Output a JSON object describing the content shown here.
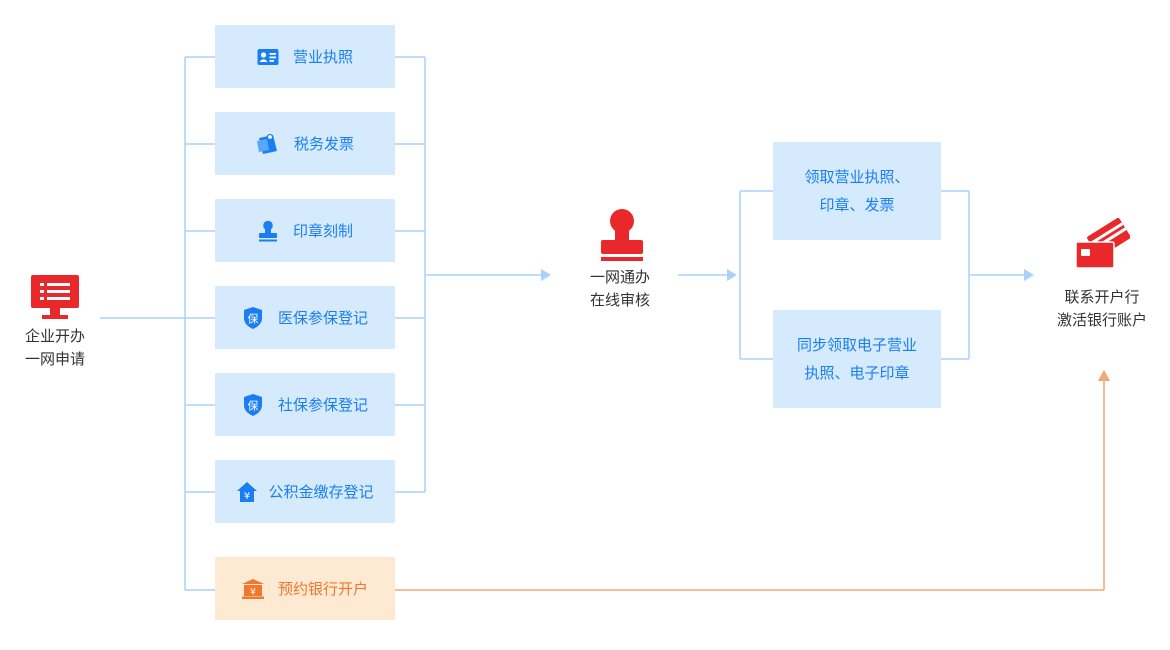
{
  "start": {
    "line1": "企业开办",
    "line2": "一网申请"
  },
  "services": [
    {
      "label": "营业执照",
      "icon": "id-card-icon"
    },
    {
      "label": "税务发票",
      "icon": "invoice-icon"
    },
    {
      "label": "印章刻制",
      "icon": "stamp-icon"
    },
    {
      "label": "医保参保登记",
      "icon": "shield-icon",
      "glyph": "保"
    },
    {
      "label": "社保参保登记",
      "icon": "shield-icon",
      "glyph": "保"
    },
    {
      "label": "公积金缴存登记",
      "icon": "house-yen-icon",
      "glyph": "¥"
    }
  ],
  "bank_booking": {
    "label": "预约银行开户",
    "icon": "bank-yen-icon",
    "glyph": "¥"
  },
  "review": {
    "line1": "一网通办",
    "line2": "在线审核"
  },
  "pickup": {
    "paper": {
      "line1": "领取营业执照、",
      "line2": "印章、发票"
    },
    "digital": {
      "line1": "同步领取电子营业",
      "line2": "执照、电子印章"
    }
  },
  "end": {
    "line1": "联系开户行",
    "line2": "激活银行账户"
  },
  "colors": {
    "blue": "#1a7ef2",
    "light_blue": "#d6eafe",
    "line_blue": "#a8d2fb",
    "red": "#e8282a",
    "orange": "#f2772b",
    "light_orange": "#fee9d3",
    "line_orange": "#f6a672"
  }
}
